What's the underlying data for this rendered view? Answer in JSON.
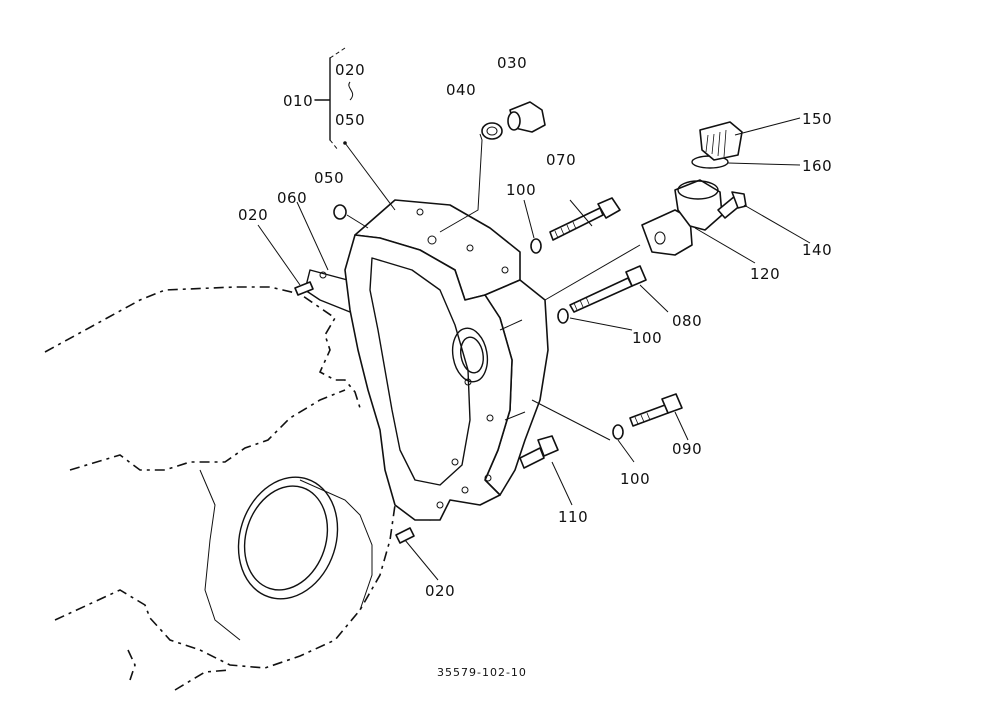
{
  "diagram": {
    "labels": {
      "p010": "010",
      "p020_top": "020",
      "p050_top": "050",
      "p030": "030",
      "p040": "040",
      "p050_pin": "050",
      "p060": "060",
      "p020_left": "020",
      "p070": "070",
      "p100_a": "100",
      "p150": "150",
      "p160": "160",
      "p140": "140",
      "p120": "120",
      "p080": "080",
      "p100_b": "100",
      "p090": "090",
      "p100_c": "100",
      "p110": "110",
      "p020_bottom": "020"
    },
    "reference_number": "35579-102-10"
  }
}
